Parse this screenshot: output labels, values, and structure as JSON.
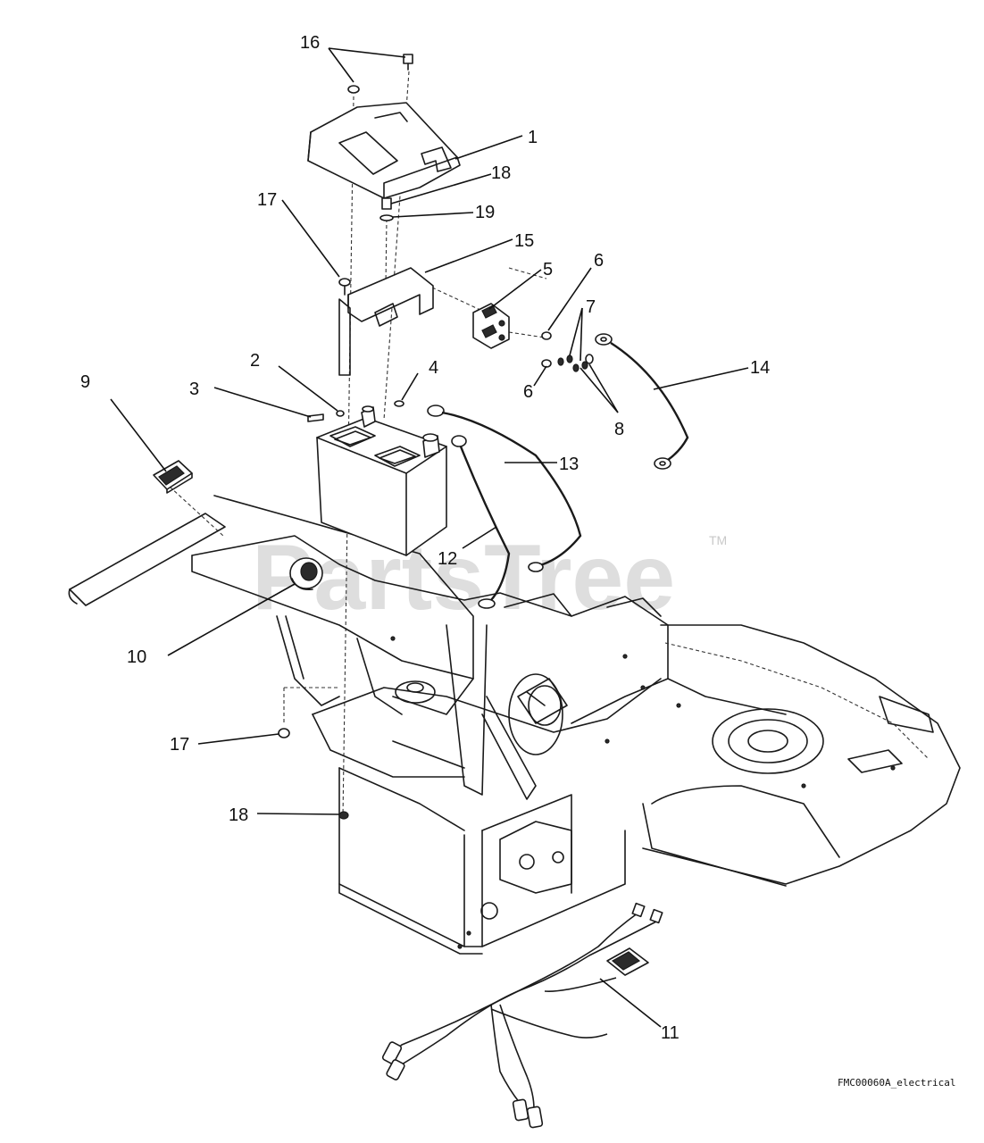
{
  "watermark": {
    "text": "PartsTree",
    "trademark": "TM"
  },
  "drawing_code": "FMC00060A_electrical",
  "callouts": [
    {
      "label": "1"
    },
    {
      "label": "2"
    },
    {
      "label": "3"
    },
    {
      "label": "4"
    },
    {
      "label": "5"
    },
    {
      "label": "6"
    },
    {
      "label": "6"
    },
    {
      "label": "7"
    },
    {
      "label": "8"
    },
    {
      "label": "9"
    },
    {
      "label": "10"
    },
    {
      "label": "11"
    },
    {
      "label": "12"
    },
    {
      "label": "13"
    },
    {
      "label": "14"
    },
    {
      "label": "15"
    },
    {
      "label": "16"
    },
    {
      "label": "17"
    },
    {
      "label": "17"
    },
    {
      "label": "18"
    },
    {
      "label": "18"
    },
    {
      "label": "19"
    }
  ]
}
